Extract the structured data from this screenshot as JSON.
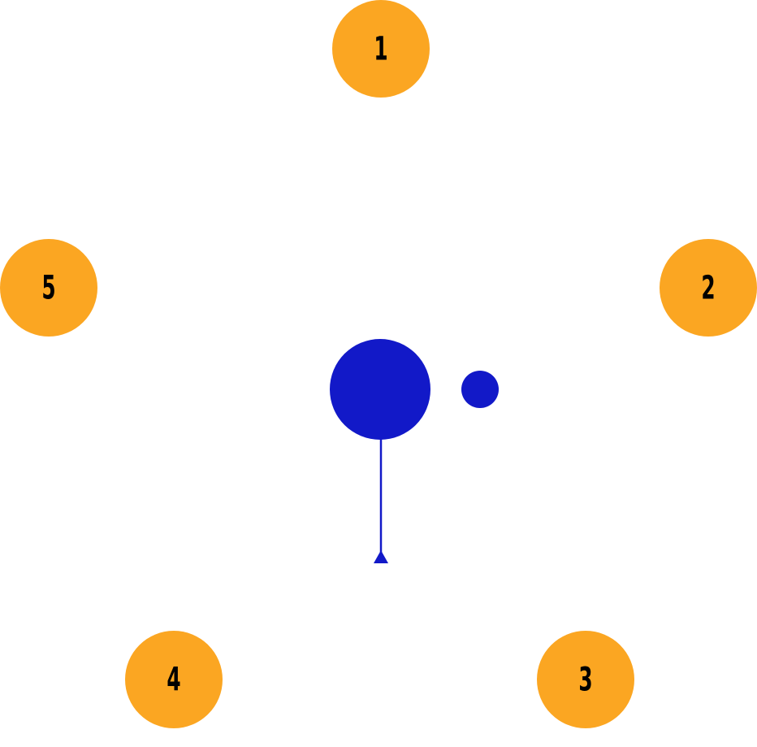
{
  "colors": {
    "node_fill": "#FBA622",
    "pointer_color": "#1219C8",
    "label_color": "#000000",
    "background": "#FFFFFF"
  },
  "nodes": [
    {
      "id": "1",
      "label": "1"
    },
    {
      "id": "2",
      "label": "2"
    },
    {
      "id": "3",
      "label": "3"
    },
    {
      "id": "4",
      "label": "4"
    },
    {
      "id": "5",
      "label": "5"
    }
  ],
  "pointer": {
    "direction": "down",
    "icon": "spinner-pointer-icon"
  }
}
